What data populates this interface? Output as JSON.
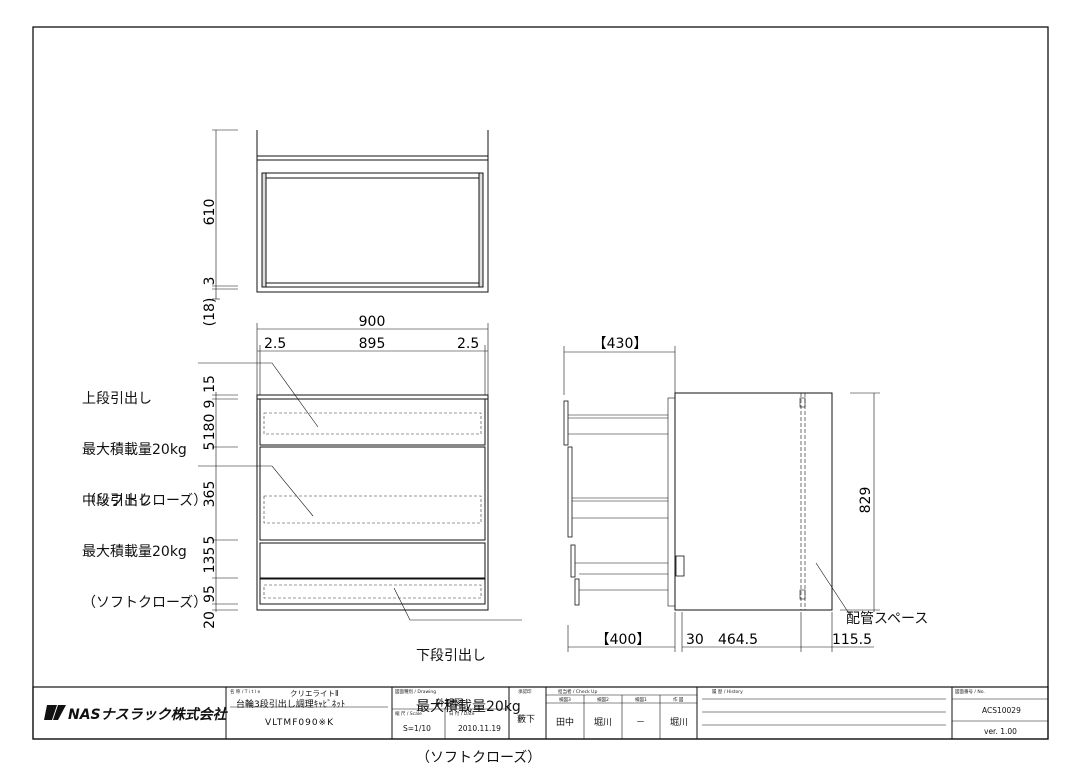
{
  "dims_top": {
    "d610": "610",
    "d3": "3",
    "d18": "(18)"
  },
  "dims_front": {
    "overall": "900",
    "left": "2.5",
    "center": "895",
    "right": "2.5",
    "d15": "15",
    "d9": "9",
    "d180": "180",
    "d5a": "5",
    "d365": "365",
    "d5b": "5",
    "d135": "135",
    "d95": "95",
    "d20": "20"
  },
  "dims_side": {
    "top": "【430】",
    "bottom": "【400】",
    "d30": "30",
    "d4645": "464.5",
    "d1155": "115.5",
    "height": "829"
  },
  "labels": {
    "upper": [
      "上段引出し",
      "最大積載量20kg",
      "（ソフトクローズ）"
    ],
    "middle": [
      "中段引出し",
      "最大積載量20kg",
      "（ソフトクローズ）"
    ],
    "lower": [
      "下段引出し",
      "最大積載量20kg",
      "（ソフトクローズ）"
    ],
    "piping": "配管スペース"
  },
  "title_block": {
    "company": "NASナスラック株式会社",
    "title_label": "名 称 / T i t l e",
    "title_1": "クリエライトⅡ",
    "title_2": "台輪3段引出し調理ｷｬﾋﾞﾈｯﾄ",
    "model": "VLTMF090※K",
    "drawing_label": "図面種別 / Drawing",
    "drawing": "外観図",
    "scale_label": "縮 尺 / Scale",
    "scale": "S=1/10",
    "date_label": "日 付 / Date",
    "date": "2010.11.19",
    "approve_label": "承認印",
    "approver": "藪下",
    "check_label": "担当者 / Check Up",
    "check_heads": [
      "検図3",
      "検図2",
      "検図1",
      "作 図"
    ],
    "check_names": [
      "田中",
      "堀川",
      "－",
      "堀川"
    ],
    "history_label": "履 歴 / History",
    "no_label": "図面番号 / No.",
    "number": "ACS10029",
    "version": "ver. 1.00"
  }
}
